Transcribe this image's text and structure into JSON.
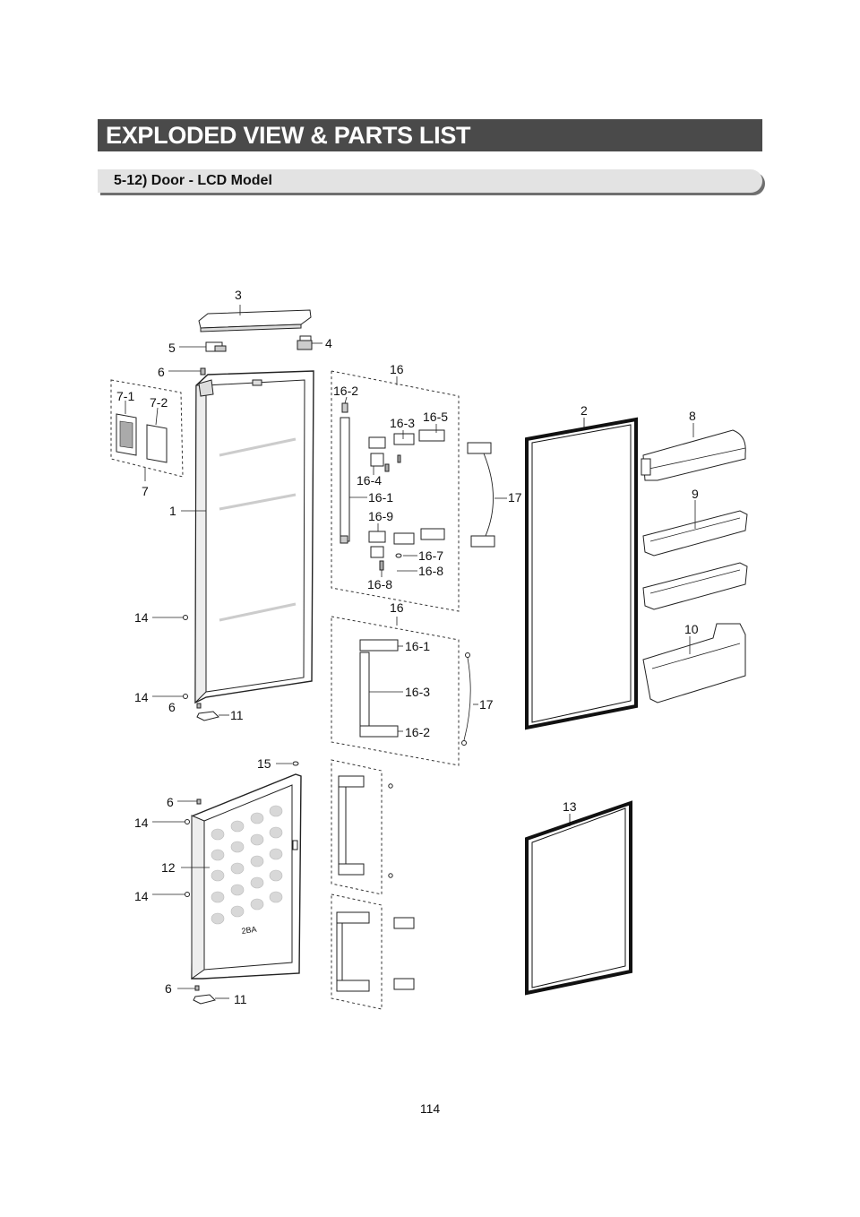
{
  "header": {
    "title": "EXPLODED VIEW & PARTS LIST",
    "section": "5-12) Door - LCD Model"
  },
  "callouts": {
    "c3": "3",
    "c5": "5",
    "c4": "4",
    "c6a": "6",
    "c16a": "16",
    "c16_2a": "16-2",
    "c7_1": "7-1",
    "c7_2": "7-2",
    "c7": "7",
    "c1": "1",
    "c16_3a": "16-3",
    "c16_5": "16-5",
    "c2": "2",
    "c8": "8",
    "c16_4": "16-4",
    "c16_1a": "16-1",
    "c17a": "17",
    "c9": "9",
    "c16_9": "16-9",
    "c16_7": "16-7",
    "c16_8a": "16-8",
    "c16_8b": "16-8",
    "c14a": "14",
    "c16b": "16",
    "c10": "10",
    "c16_1b": "16-1",
    "c16_3b": "16-3",
    "c14b": "14",
    "c17b": "17",
    "c6b": "6",
    "c11a": "11",
    "c16_2b": "16-2",
    "c15": "15",
    "c6c": "6",
    "c13": "13",
    "c14c": "14",
    "c12": "12",
    "c14d": "14",
    "c6d": "6",
    "c11b": "11"
  },
  "panel_marking": "2BA",
  "page_number": "114"
}
